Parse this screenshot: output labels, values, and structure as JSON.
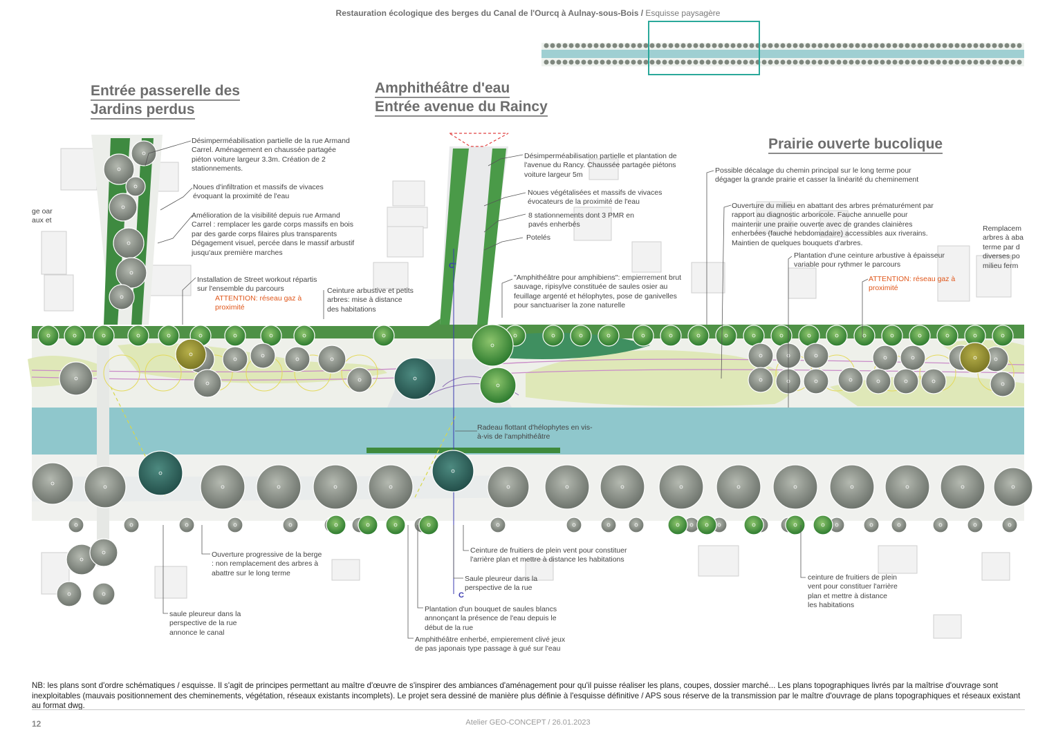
{
  "header": {
    "title_bold": "Restauration écologique des berges du Canal de l'Ourcq à Aulnay-sous-Bois /",
    "title_rest": " Esquisse paysagère"
  },
  "zones": {
    "z1": [
      "Entrée passerelle des",
      "Jardins perdus"
    ],
    "z2": [
      "Amphithéâtre d'eau",
      "Entrée avenue du Raincy"
    ],
    "z3": "Prairie ouverte bucolique"
  },
  "section_marks": {
    "c_prime": "C'",
    "c": "C"
  },
  "notes": {
    "n1": "Désimperméabilisation partielle de la rue Armand Carrel. Aménagement en chaussée partagée piéton voiture largeur 3.3m. Création de 2 stationnements.",
    "n2": "Noues d'infiltration et massifs de vivaces évoquant la proximité de l'eau",
    "n3": "Amélioration de la visibilité depuis rue Armand Carrel : remplacer les garde corps massifs en bois par des garde corps filaires plus transparents Dégagement visuel, percée dans le massif arbustif jusqu'aux première marches",
    "n4": "Installation de Street workout répartis sur l'ensemble du parcours",
    "n4_warn": "ATTENTION: réseau gaz à proximité",
    "n5": "Ceinture arbustive et petits arbres: mise à distance des habitations",
    "n6": "Désimperméabilisation partielle et plantation de l'avenue du Rancy. Chaussée partagée piétons voiture largeur 5m",
    "n7": "Noues végétalisées et massifs de vivaces évocateurs de la proximité de l'eau",
    "n8": "8 stationnements dont 3 PMR en pavés enherbés",
    "n9": "Potelés",
    "n10": "\"Amphithéâtre pour amphibiens\": empierrement brut sauvage, ripisylve constituée de saules osier au feuillage argenté et hélophytes, pose de ganivelles pour sanctuariser la zone naturelle",
    "n11": "Possible décalage du chemin principal sur le long terme pour dégager la grande prairie et casser la linéarité du cheminement",
    "n12": "Ouverture du milieu en abattant des arbres prématurément par rapport au diagnostic arboricole. Fauche annuelle pour maintenir une prairie ouverte avec de grandes clainières enherbées (fauche hebdomadaire) accessibles aux riverains. Maintien de quelques bouquets d'arbres.",
    "n13": "Plantation d'une ceinture arbustive à épaisseur variable pour rythmer le parcours",
    "n13_warn": "ATTENTION: réseau gaz à proximité",
    "n14": "Remplacem arbres à aba terme par d diverses po milieu ferm",
    "n15": "ge oar aux et",
    "n16": "Radeau flottant d'hélophytes en vis-à-vis de l'amphithéâtre",
    "n17": "Ouverture progressive de la berge : non remplacement des arbres à abattre sur le long terme",
    "n18": "saule pleureur dans la perspective de la rue annonce le canal",
    "n19": "Ceinture de fruitiers de plein vent pour constituer l'arrière plan et mettre à distance les habitations",
    "n20": "Saule pleureur dans la perspective de la rue",
    "n21": "Plantation d'un bouquet de saules blancs annonçant la présence de l'eau depuis le début de la rue",
    "n22": "Amphithéâtre enherbé, empierement clivé jeux de pas japonais type passage à gué sur l'eau",
    "n23": "ceinture de fruitiers de plein vent pour constituer l'arrière plan et mettre à distance les habitations"
  },
  "footer": {
    "nb": "NB: les plans sont d'ordre schématiques / esquisse. Il s'agit de principes permettant au maître d'œuvre de s'inspirer des ambiances d'aménagement pour qu'il puisse réaliser les plans, coupes, dossier marché... Les plans topographiques livrés par la maîtrise d'ouvrage sont inexploitables (mauvais positionnement des cheminements, végétation, réseaux existants incomplets). Le projet sera dessiné de manière plus définie à l'esquisse définitive / APS sous réserve de la transmission par le maître d'ouvrage de plans topographiques et réseaux existant au format dwg.",
    "page": "12",
    "credit": "Atelier GEO-CONCEPT /  26.01.2023"
  },
  "colors": {
    "water": "#8fc7cc",
    "grass": "#dfe8b8",
    "hedge": "#3f8a3c",
    "tree_grey": "#8e948c",
    "warning": "#e0561a",
    "inset_frame": "#2aa89a"
  }
}
